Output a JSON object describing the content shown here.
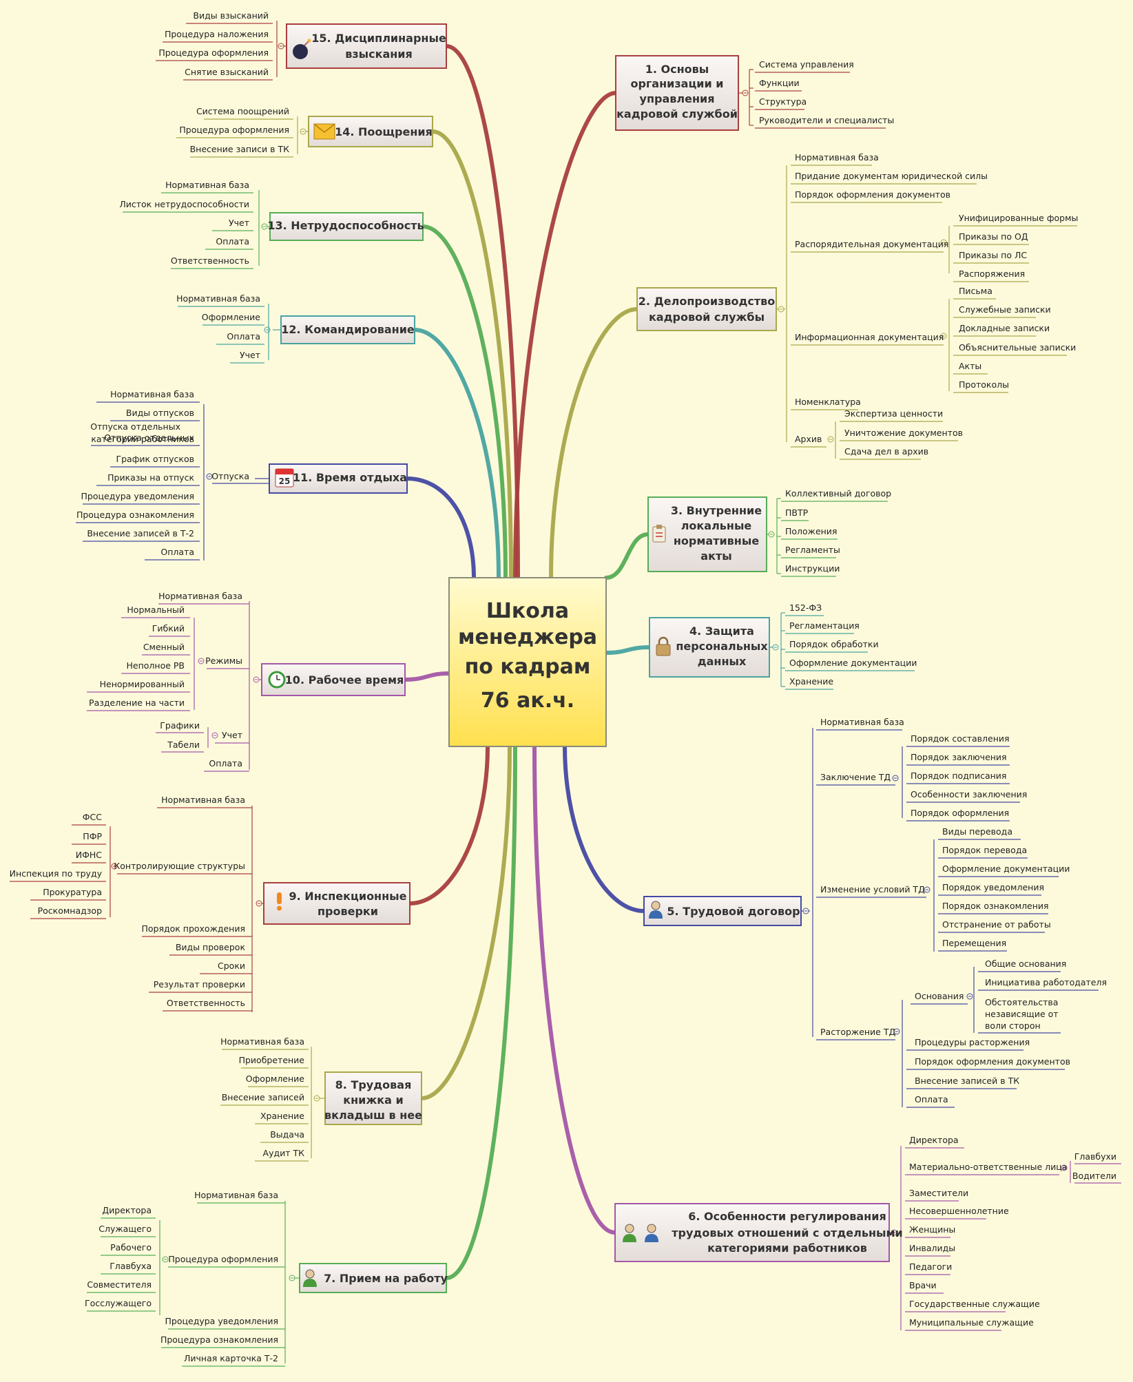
{
  "central": {
    "lines": [
      "Школа",
      "менеджера",
      "по кадрам",
      "76 ак.ч."
    ]
  },
  "colors": {
    "background": "#fdfadb",
    "t1": "#a83e3e",
    "t2": "#a9a74a",
    "t3": "#56ad56",
    "t4": "#48a3a0",
    "t5": "#4549a3",
    "t6": "#a456a8",
    "t7": "#56ad56",
    "t8": "#a9a74a",
    "t9": "#a83e3e",
    "t10": "#a456a8",
    "t11": "#4549a3",
    "t12": "#48a3a0",
    "t13": "#56ad56",
    "t14": "#a9a74a",
    "t15": "#a83e3e"
  },
  "topics": [
    {
      "id": "t1",
      "lines": [
        "1. Основы",
        "организации и",
        "управления",
        "кадровой службой"
      ],
      "icon": "",
      "groups": [
        {
          "label": "",
          "items": [
            "Система управления",
            "Функции",
            "Структура",
            "Руководители и специалисты"
          ]
        }
      ]
    },
    {
      "id": "t2",
      "lines": [
        "2. Делопроизводство",
        "кадровой службы"
      ],
      "icon": "",
      "groups": [
        {
          "label": "",
          "items": [
            "Нормативная база",
            "Придание документам юридической силы",
            "Порядок оформления документов"
          ]
        },
        {
          "label": "Распорядительная документация",
          "items": [
            "Унифицированные формы",
            "Приказы по ОД",
            "Приказы по ЛС",
            "Распоряжения"
          ]
        },
        {
          "label": "Информационная документация",
          "items": [
            "Письма",
            "Служебные записки",
            "Докладные записки",
            "Объяснительные записки",
            "Акты",
            "Протоколы"
          ]
        },
        {
          "label": "",
          "items": [
            "Номенклатура"
          ]
        },
        {
          "label": "Архив",
          "items": [
            "Экспертиза ценности",
            "Уничтожение документов",
            "Сдача дел в архив"
          ]
        }
      ]
    },
    {
      "id": "t3",
      "lines": [
        "3. Внутренние",
        "локальные",
        "нормативные",
        "акты"
      ],
      "icon": "clipboard-icon",
      "groups": [
        {
          "label": "",
          "items": [
            "Коллективный договор",
            "ПВТР",
            "Положения",
            "Регламенты",
            "Инструкции"
          ]
        }
      ]
    },
    {
      "id": "t4",
      "lines": [
        "4. Защита",
        "персональных",
        "данных"
      ],
      "icon": "lock-icon",
      "groups": [
        {
          "label": "",
          "items": [
            "152-ФЗ",
            "Регламентация",
            "Порядок обработки",
            "Оформление документации",
            "Хранение"
          ]
        }
      ]
    },
    {
      "id": "t5",
      "lines": [
        "5. Трудовой договор"
      ],
      "icon": "user-icon",
      "groups": [
        {
          "label": "",
          "items": [
            "Нормативная база"
          ]
        },
        {
          "label": "Заключение ТД",
          "items": [
            "Порядок составления",
            "Порядок заключения",
            "Порядок подписания",
            "Особенности заключения",
            "Порядок оформления"
          ]
        },
        {
          "label": "Изменение условий ТД",
          "items": [
            "Виды перевода",
            "Порядок перевода",
            "Оформление документации",
            "Порядок уведомления",
            "Порядок ознакомления",
            "Отстранение от работы",
            "Перемещения"
          ]
        },
        {
          "label": "Расторжение ТД",
          "items": [
            "Основания",
            "Общие основания",
            "Инициатива работодателя",
            "Обстоятельства",
            "независящие от",
            "воли сторон",
            "Процедуры расторжения",
            "Порядок оформления документов",
            "Внесение записей в ТК",
            "Оплата"
          ]
        }
      ]
    },
    {
      "id": "t6",
      "lines": [
        "6. Особенности регулирования",
        "трудовых отношений с отдельными",
        "категориями работников"
      ],
      "icon": "users-icon",
      "groups": [
        {
          "label": "",
          "items": [
            "Директора"
          ]
        },
        {
          "label": "Материально-ответственные лица",
          "items": [
            "Главбухи",
            "Водители"
          ]
        },
        {
          "label": "",
          "items": [
            "Заместители",
            "Несовершеннолетние",
            "Женщины",
            "Инвалиды",
            "Педагоги",
            "Врачи",
            "Государственные служащие",
            "Муниципальные служащие"
          ]
        }
      ]
    },
    {
      "id": "t7",
      "lines": [
        "7. Прием на работу"
      ],
      "icon": "user-icon",
      "groups": [
        {
          "label": "",
          "items": [
            "Нормативная база"
          ]
        },
        {
          "label": "Процедура оформления",
          "items": [
            "Директора",
            "Служащего",
            "Рабочего",
            "Главбуха",
            "Совместителя",
            "Госслужащего"
          ]
        },
        {
          "label": "",
          "items": [
            "Процедура уведомления",
            "Процедура ознакомления",
            "Личная карточка Т-2"
          ]
        }
      ]
    },
    {
      "id": "t8",
      "lines": [
        "8. Трудовая",
        "книжка и",
        "вкладыш в нее"
      ],
      "icon": "",
      "groups": [
        {
          "label": "",
          "items": [
            "Нормативная база",
            "Приобретение",
            "Оформление",
            "Внесение записей",
            "Хранение",
            "Выдача",
            "Аудит ТК"
          ]
        }
      ]
    },
    {
      "id": "t9",
      "lines": [
        "9. Инспекционные",
        "проверки"
      ],
      "icon": "exclamation-icon",
      "groups": [
        {
          "label": "",
          "items": [
            "Нормативная база"
          ]
        },
        {
          "label": "Контролирующие структуры",
          "items": [
            "ФСС",
            "ПФР",
            "ИФНС",
            "Инспекция по труду",
            "Прокуратура",
            "Роскомнадзор"
          ]
        },
        {
          "label": "",
          "items": [
            "Порядок прохождения",
            "Виды проверок",
            "Сроки",
            "Результат проверки",
            "Ответственность"
          ]
        }
      ]
    },
    {
      "id": "t10",
      "lines": [
        "10. Рабочее время"
      ],
      "icon": "clock-icon",
      "groups": [
        {
          "label": "",
          "items": [
            "Нормативная база"
          ]
        },
        {
          "label": "Режимы",
          "items": [
            "Нормальный",
            "Гибкий",
            "Сменный",
            "Неполное РВ",
            "Ненормированный",
            "Разделение на части"
          ]
        },
        {
          "label": "Учет",
          "items": [
            "Графики",
            "Табели"
          ]
        },
        {
          "label": "",
          "items": [
            "Оплата"
          ]
        }
      ]
    },
    {
      "id": "t11",
      "lines": [
        "11. Время отдыха"
      ],
      "icon": "calendar-icon",
      "icon_text": "25",
      "groups": [
        {
          "label": "Отпуска",
          "items": [
            "Нормативная база",
            "Виды отпусков",
            "Отпуска отдельных",
            "категорий работников",
            "График отпусков",
            "Приказы на отпуск",
            "Процедура уведомления",
            "Процедура ознакомления",
            "Внесение записей в Т-2",
            "Оплата"
          ]
        }
      ]
    },
    {
      "id": "t12",
      "lines": [
        "12. Командирование"
      ],
      "icon": "",
      "groups": [
        {
          "label": "",
          "items": [
            "Нормативная база",
            "Оформление",
            "Оплата",
            "Учет"
          ]
        }
      ]
    },
    {
      "id": "t13",
      "lines": [
        "13. Нетрудоспособность"
      ],
      "icon": "",
      "groups": [
        {
          "label": "",
          "items": [
            "Нормативная база",
            "Листок нетрудоспособности",
            "Учет",
            "Оплата",
            "Ответственность"
          ]
        }
      ]
    },
    {
      "id": "t14",
      "lines": [
        "14. Поощрения"
      ],
      "icon": "envelope-icon",
      "groups": [
        {
          "label": "",
          "items": [
            "Система поощрений",
            "Процедура оформления",
            "Внесение записи в ТК"
          ]
        }
      ]
    },
    {
      "id": "t15",
      "lines": [
        "15. Дисциплинарные",
        "взыскания"
      ],
      "icon": "bomb-icon",
      "groups": [
        {
          "label": "",
          "items": [
            "Виды взысканий",
            "Процедура наложения",
            "Процедура оформления",
            "Снятие взысканий"
          ]
        }
      ]
    }
  ]
}
